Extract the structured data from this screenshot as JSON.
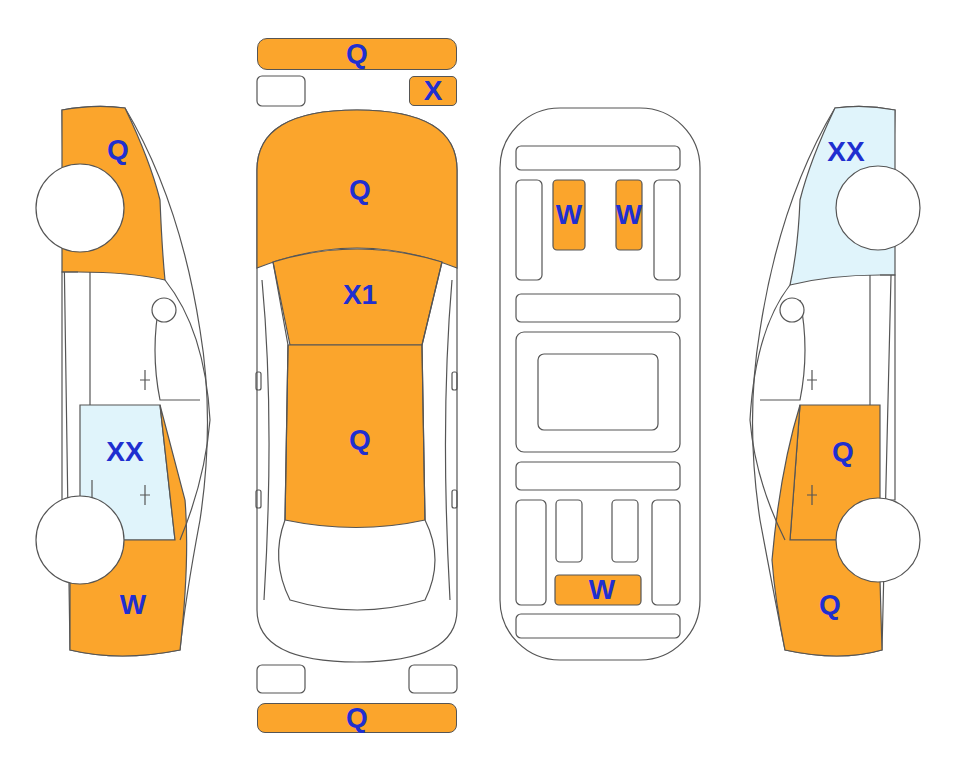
{
  "diagram": {
    "nodes": [
      {
        "text": [
          "Q"
        ]
      },
      {
        "text": [
          "X"
        ]
      },
      {
        "text": [
          "Q"
        ]
      },
      {
        "text": [
          "X1"
        ]
      },
      {
        "text": [
          "Q"
        ]
      },
      {
        "text": [
          "Q"
        ]
      },
      {
        "text": [
          "Q"
        ]
      },
      {
        "text": [
          "XX"
        ]
      },
      {
        "text": [
          "W"
        ]
      },
      {
        "text": [
          "W"
        ]
      },
      {
        "text": [
          "W"
        ]
      },
      {
        "text": [
          "W"
        ]
      },
      {
        "text": [
          "XX"
        ]
      },
      {
        "text": [
          "Q"
        ]
      },
      {
        "text": [
          "Q"
        ]
      }
    ]
  }
}
